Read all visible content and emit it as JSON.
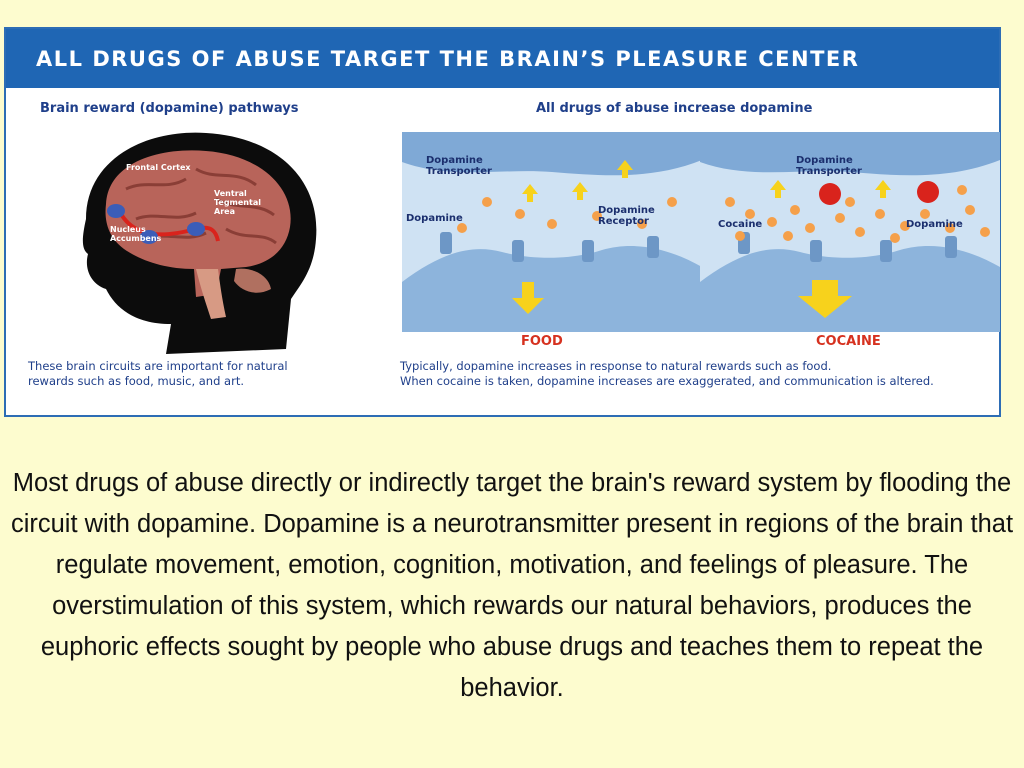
{
  "figure": {
    "banner_title": "ALL DRUGS OF ABUSE TARGET THE BRAIN’S PLEASURE CENTER",
    "left_subtitle": "Brain reward (dopamine) pathways",
    "right_subtitle": "All drugs of abuse increase dopamine",
    "brain_labels": {
      "frontal_cortex": "Frontal Cortex",
      "vta_line1": "Ventral",
      "vta_line2": "Tegmental",
      "vta_line3": "Area",
      "nucleus_line1": "Nucleus",
      "nucleus_line2": "Accumbens"
    },
    "food_panel": {
      "transporter_line1": "Dopamine",
      "transporter_line2": "Transporter",
      "dopamine": "Dopamine",
      "receptor_line1": "Dopamine",
      "receptor_line2": "Receptor",
      "label": "FOOD"
    },
    "cocaine_panel": {
      "transporter_line1": "Dopamine",
      "transporter_line2": "Transporter",
      "cocaine": "Cocaine",
      "dopamine": "Dopamine",
      "label": "COCAINE"
    },
    "left_caption_line1": "These brain circuits are important for natural",
    "left_caption_line2": "rewards such as food, music, and art.",
    "right_caption_line1": "Typically, dopamine increases in response to natural rewards such as food.",
    "right_caption_line2": "When cocaine is taken, dopamine increases are exaggerated, and communication is altered.",
    "colors": {
      "banner": "#1f66b4",
      "subtitle": "#1f3f8a",
      "label_red": "#d6311f",
      "dopamine_orange": "#f5a04a",
      "cocaine_red": "#d9231c",
      "arrow_yellow": "#f7d21c"
    }
  },
  "body_text": "Most drugs of abuse directly or indirectly target the brain's reward system by flooding the circuit with dopamine. Dopamine is a neurotransmitter present in regions of the brain that regulate movement, emotion, cognition, motivation, and feelings of pleasure. The overstimulation of this system, which rewards our natural behaviors, produces the euphoric effects sought by people who abuse drugs and teaches them to repeat the behavior.",
  "background_color": "#fdfccf"
}
